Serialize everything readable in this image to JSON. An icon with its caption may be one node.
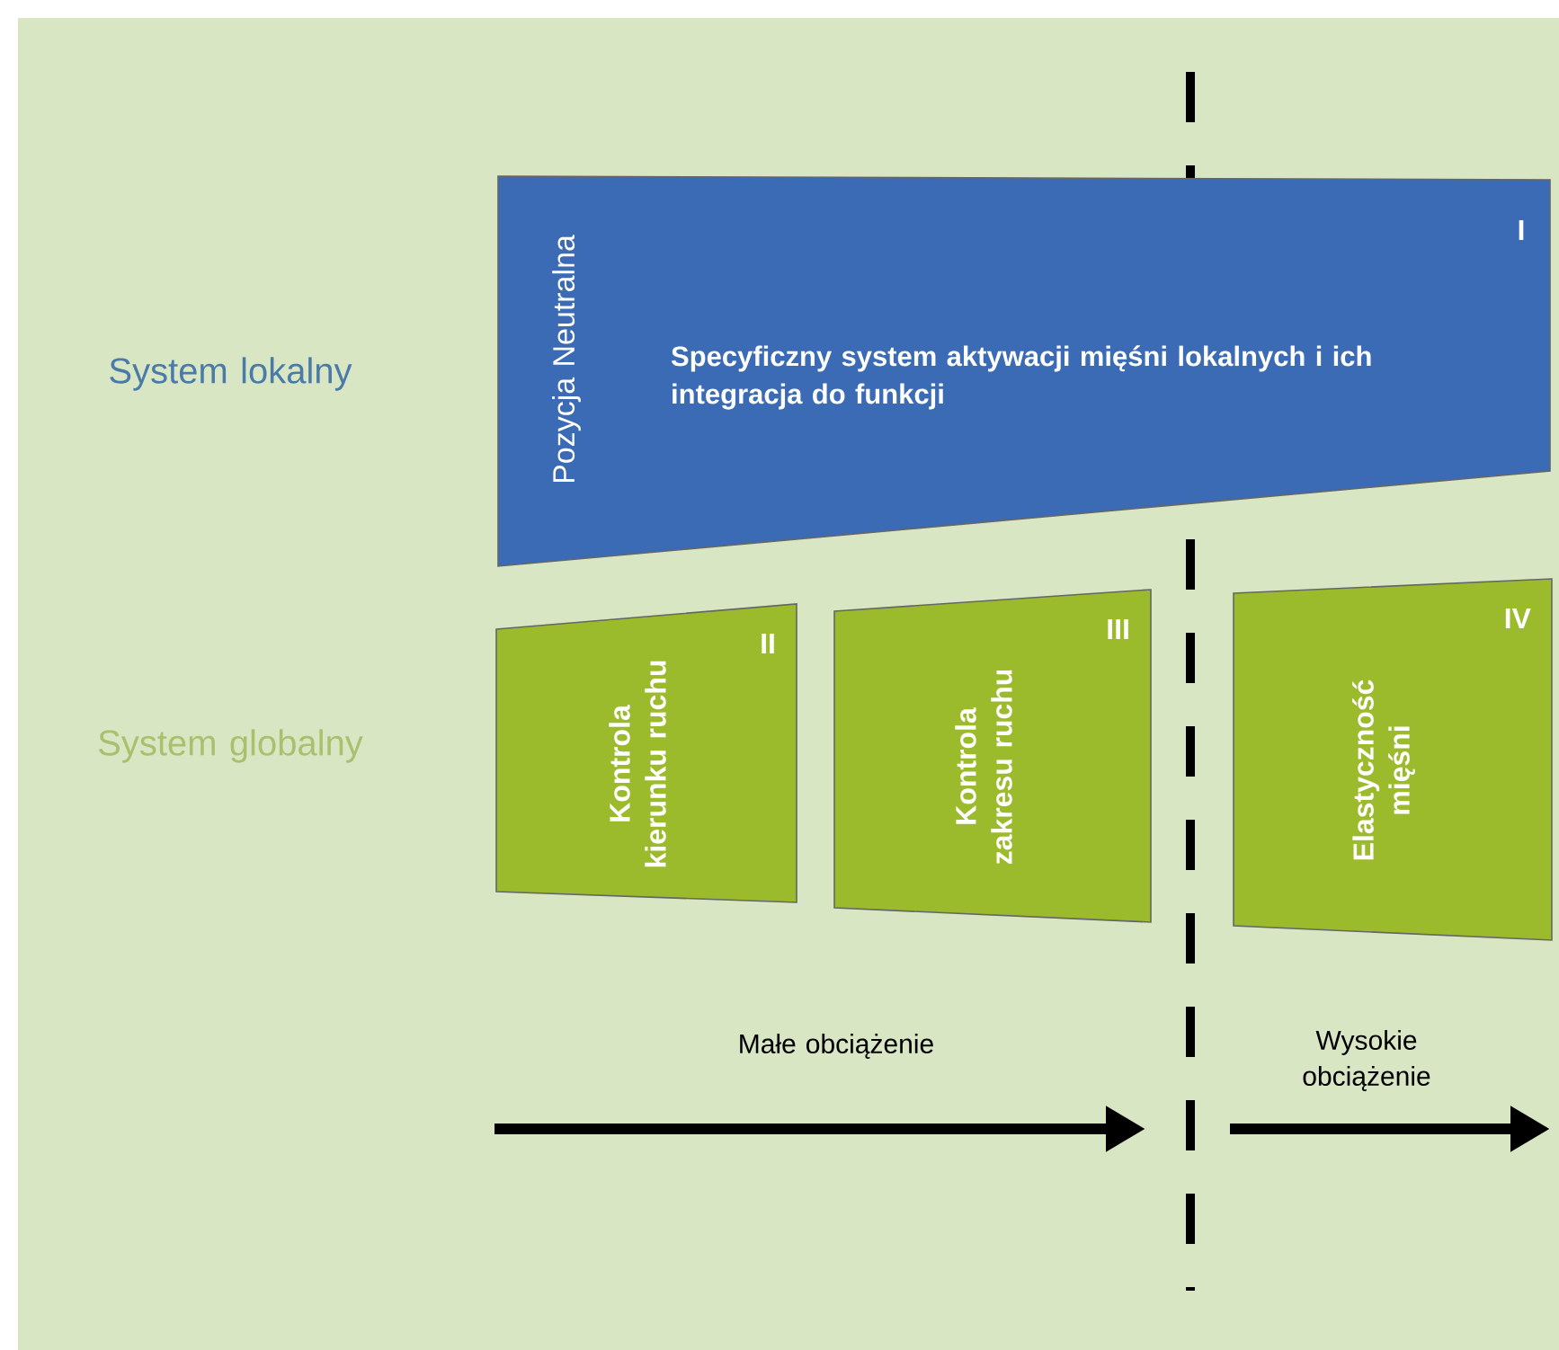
{
  "diagram": {
    "nodes": [
      {
        "text": [
          "Pozycja Neutralna",
          "Specyficzny system aktywacji mięśni lokalnych i ich integracja do funkcji",
          "I"
        ]
      },
      {
        "text": [
          "Kontrola kierunku ruchu",
          "II"
        ]
      },
      {
        "text": [
          "Kontrola zakresu ruchu",
          "III"
        ]
      },
      {
        "text": [
          "Elastyczność mięśni",
          "IV"
        ]
      }
    ],
    "edges": [],
    "labels": [
      "System lokalny",
      "System globalny",
      "Małe obciążenie",
      "Wysokie obciążenie"
    ]
  }
}
